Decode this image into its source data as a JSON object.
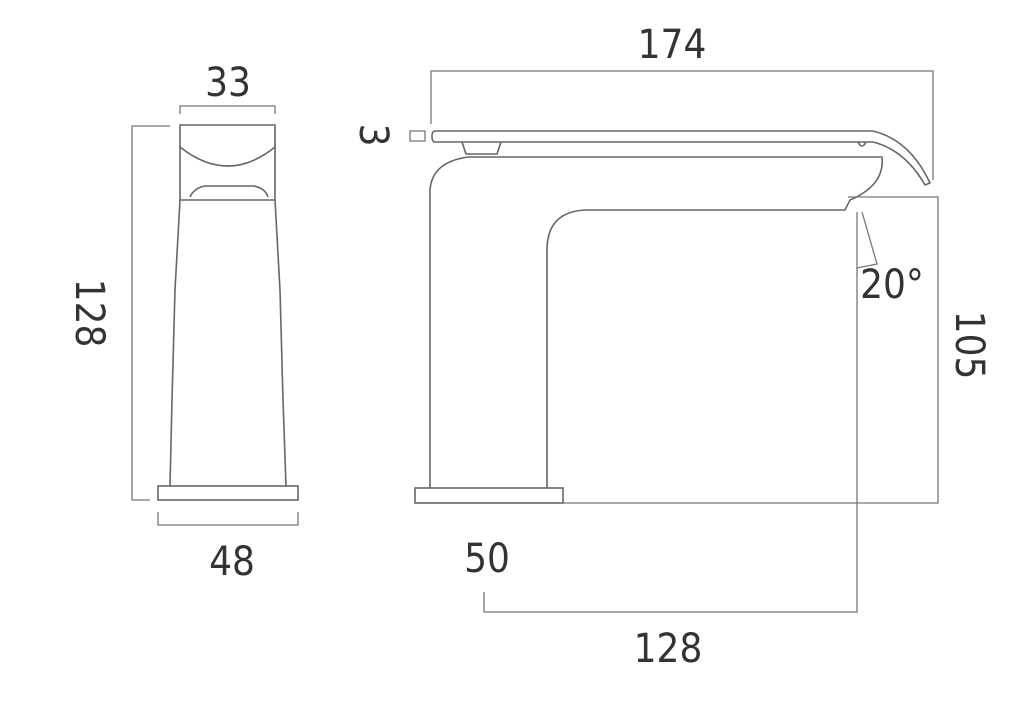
{
  "drawing": {
    "front_view": {
      "top_width": "33",
      "base_width": "48",
      "height": "128"
    },
    "side_view": {
      "total_length": "174",
      "lever_thickness": "3",
      "spout_height": "105",
      "spout_angle": "20°",
      "base_width": "50",
      "reach": "128"
    }
  },
  "colors": {
    "line": "#666666",
    "text": "#333333"
  }
}
